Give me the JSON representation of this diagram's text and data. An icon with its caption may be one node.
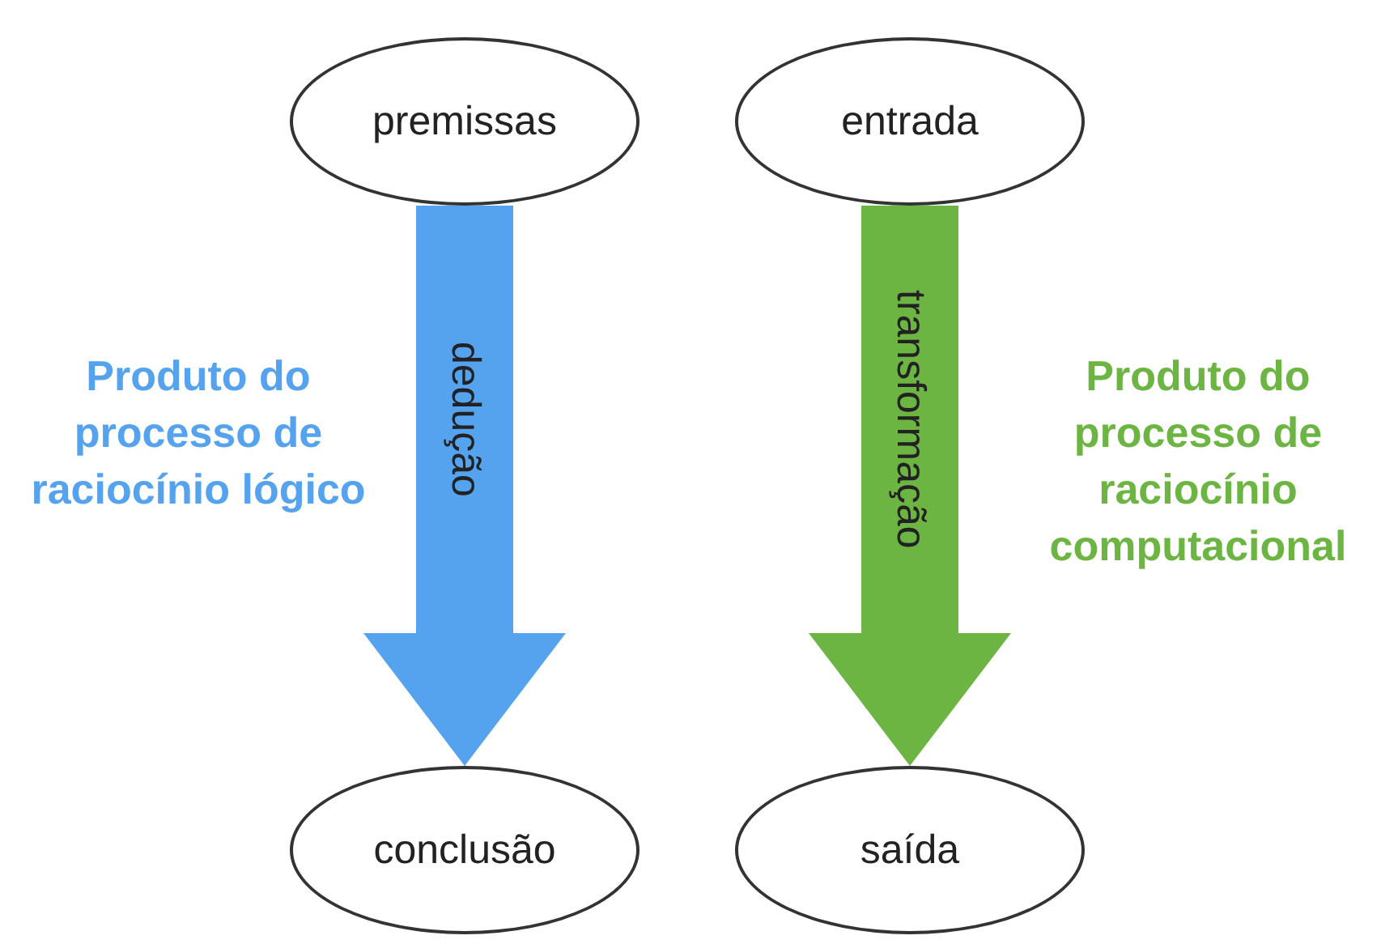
{
  "diagram": {
    "nodes": [
      {
        "text": [
          "premissas"
        ]
      },
      {
        "text": [
          "entrada"
        ]
      },
      {
        "text": [
          "conclusão"
        ]
      },
      {
        "text": [
          "saída"
        ]
      }
    ],
    "edges": [
      {
        "from": 0,
        "to": 2,
        "arrow": "to",
        "label": "dedução",
        "color": "#55a3ef"
      },
      {
        "from": 1,
        "to": 3,
        "arrow": "to",
        "label": "transformação",
        "color": "#6db543"
      }
    ],
    "labels": [
      "Produto do processo de raciocínio lógico",
      "Produto do processo de raciocínio computacional"
    ]
  }
}
